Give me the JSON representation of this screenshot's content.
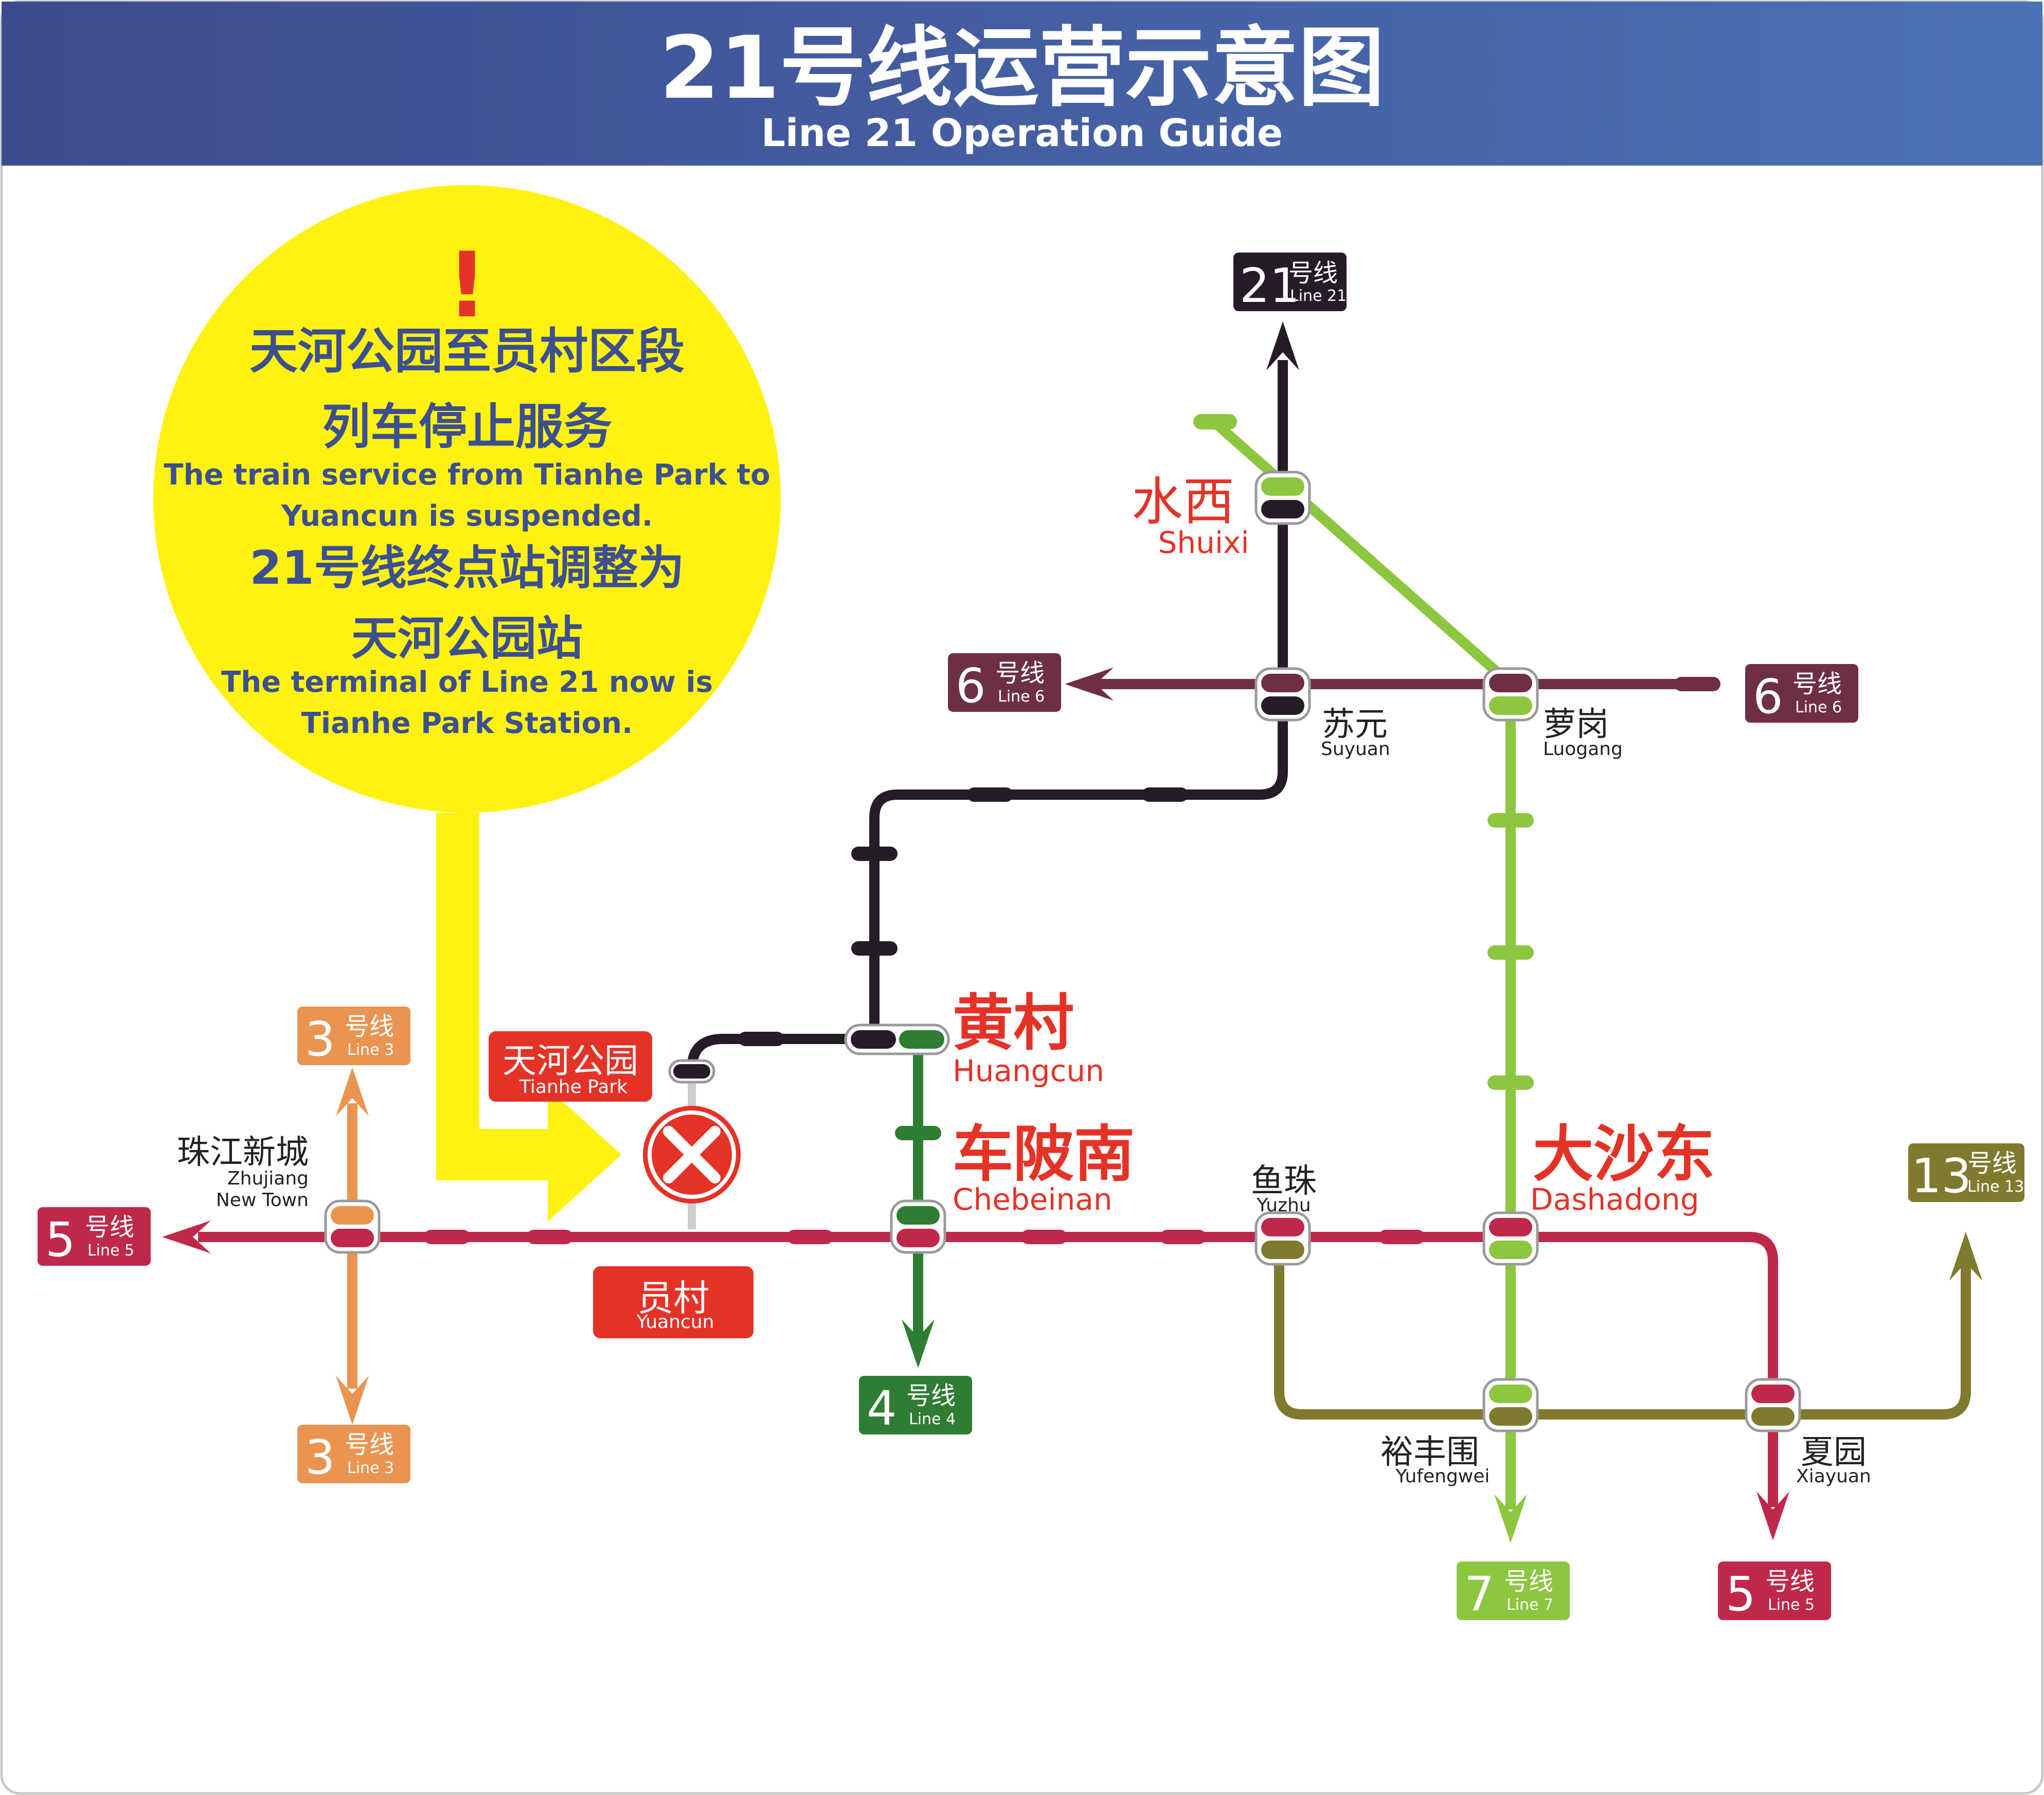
{
  "header": {
    "title": "21号线运营示意图",
    "subtitle": "Line 21 Operation Guide"
  },
  "notice": {
    "icon": "exclamation-icon",
    "mark": "!",
    "zh_line1": "天河公园至员村区段",
    "zh_line2": "列车停止服务",
    "en_line1": "The train service from Tianhe Park to",
    "en_line2": "Yuancun is suspended.",
    "zh_line3": "21号线终点站调整为",
    "zh_line4": "天河公园站",
    "en_line3": "The terminal of Line 21 now is",
    "en_line4": "Tianhe Park Station."
  },
  "colors": {
    "header_start": "#3e4a8f",
    "header_end": "#4a72b5",
    "notice_bg": "#fff212",
    "notice_text": "#3c4f8f",
    "alert_red": "#e53227",
    "line21": "#251c28",
    "line6": "#6e2f44",
    "line7": "#8dc63f",
    "line5": "#c0284a",
    "line4": "#2e7d32",
    "line3": "#e99551",
    "line13": "#807a2e",
    "highlight_station": "#e53227"
  },
  "line_badges": {
    "line21": {
      "num": "21",
      "zh": "号线",
      "en": "Line 21"
    },
    "line6_west": {
      "num": "6",
      "zh": "号线",
      "en": "Line 6"
    },
    "line6_east": {
      "num": "6",
      "zh": "号线",
      "en": "Line 6"
    },
    "line3_north": {
      "num": "3",
      "zh": "号线",
      "en": "Line 3"
    },
    "line3_south": {
      "num": "3",
      "zh": "号线",
      "en": "Line 3"
    },
    "line5_west": {
      "num": "5",
      "zh": "号线",
      "en": "Line 5"
    },
    "line5_south": {
      "num": "5",
      "zh": "号线",
      "en": "Line 5"
    },
    "line4": {
      "num": "4",
      "zh": "号线",
      "en": "Line 4"
    },
    "line7": {
      "num": "7",
      "zh": "号线",
      "en": "Line 7"
    },
    "line13": {
      "num": "13",
      "zh": "号线",
      "en": "Line 13"
    }
  },
  "stations": {
    "shuixi": {
      "zh": "水西",
      "en": "Shuixi"
    },
    "suyuan": {
      "zh": "苏元",
      "en": "Suyuan"
    },
    "luogang": {
      "zh": "萝岗",
      "en": "Luogang"
    },
    "huangcun": {
      "zh": "黄村",
      "en": "Huangcun"
    },
    "chebeinan": {
      "zh": "车陂南",
      "en": "Chebeinan"
    },
    "tianhe_park": {
      "zh": "天河公园",
      "en": "Tianhe Park"
    },
    "yuancun": {
      "zh": "员村",
      "en": "Yuancun"
    },
    "zhujiang": {
      "zh": "珠江新城",
      "en1": "Zhujiang",
      "en2": "New Town"
    },
    "yuzhu": {
      "zh": "鱼珠",
      "en": "Yuzhu"
    },
    "dashadong": {
      "zh": "大沙东",
      "en": "Dashadong"
    },
    "yufengwei": {
      "zh": "裕丰围",
      "en": "Yufengwei"
    },
    "xiayuan": {
      "zh": "夏园",
      "en": "Xiayuan"
    }
  },
  "suspended_icon": "close-circle-icon"
}
